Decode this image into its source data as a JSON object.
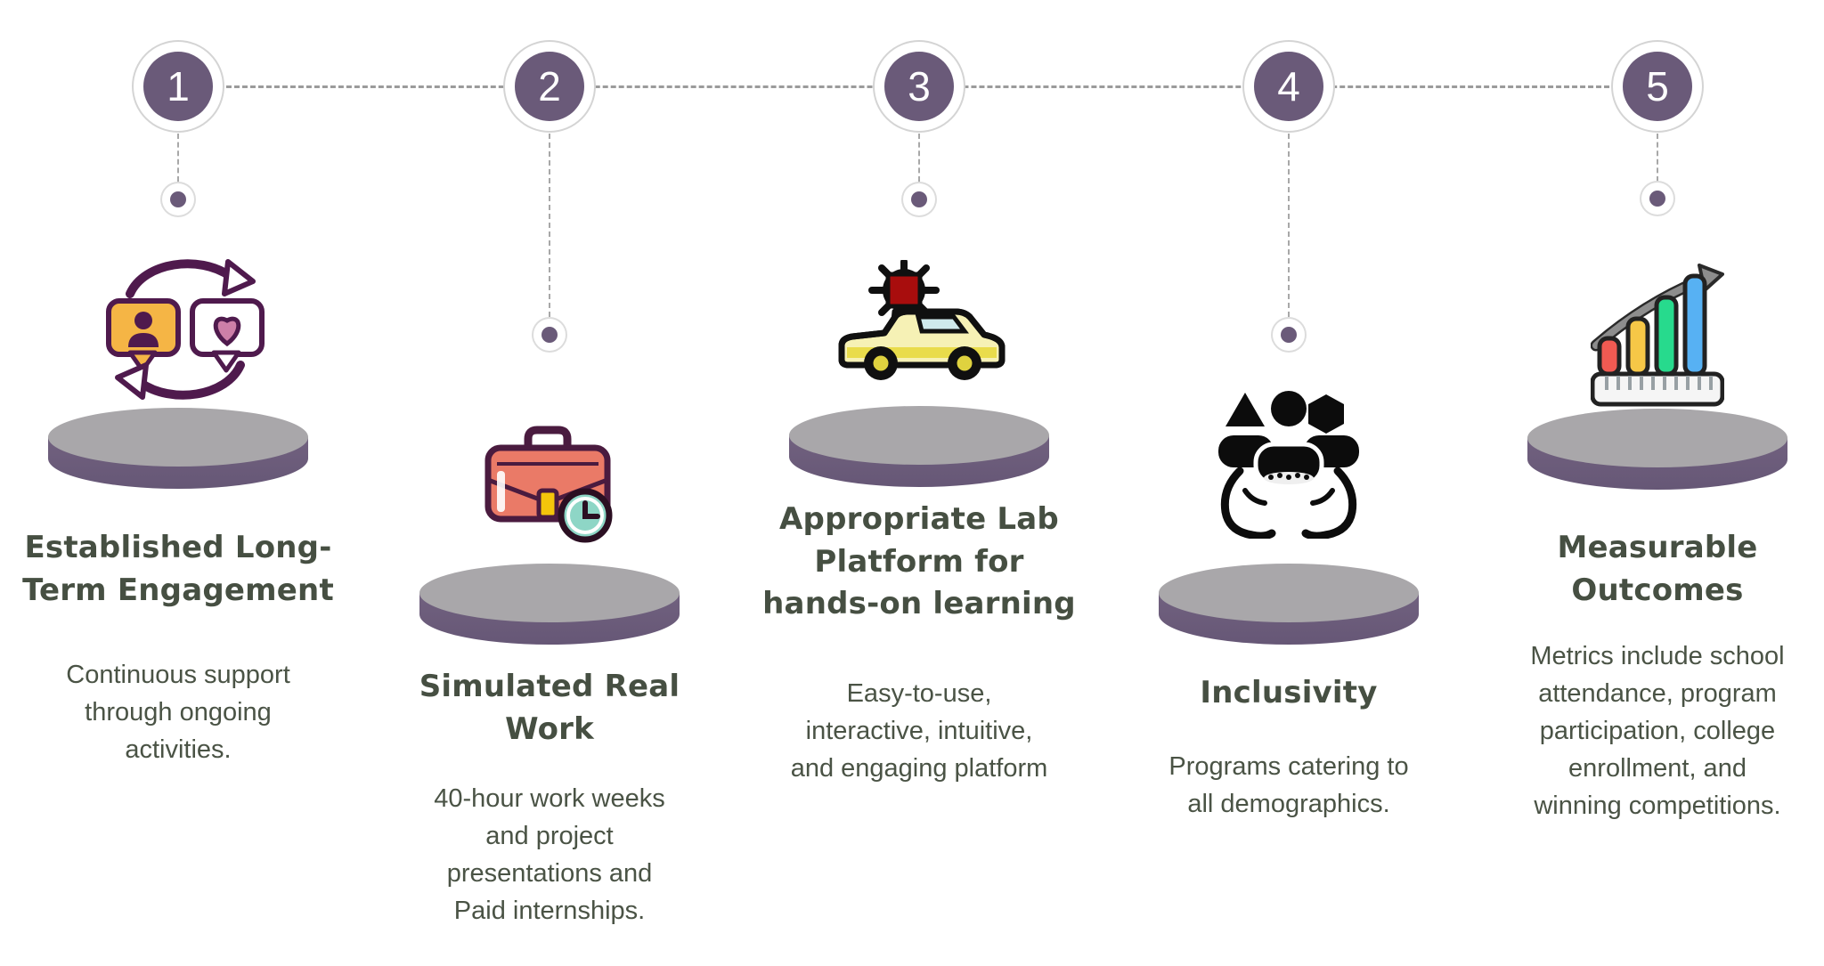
{
  "page": {
    "background": "#ffffff",
    "kind": "five-step-podium-timeline"
  },
  "colors": {
    "node_purple": "#6a5a79",
    "pedestal_top_gray": "#a9a7aa",
    "pedestal_side_purple": "#6d5d7e",
    "connector_gray": "#9b9b9b",
    "text_dark_green_gray": "#464f42"
  },
  "timeline": {
    "steps": [
      {
        "number": "1",
        "icon": "engagement-cycle-icon",
        "title": "Established Long-\nTerm Engagement",
        "description": "Continuous support\nthrough ongoing\nactivities."
      },
      {
        "number": "2",
        "icon": "briefcase-clock-icon",
        "title": "Simulated Real\nWork",
        "description": "40-hour work weeks\nand project\npresentations and\nPaid internships."
      },
      {
        "number": "3",
        "icon": "smart-car-icon",
        "title": "Appropriate Lab\nPlatform for\nhands-on learning",
        "description": "Easy-to-use,\ninteractive, intuitive,\nand engaging platform"
      },
      {
        "number": "4",
        "icon": "inclusivity-people-hands-icon",
        "title": "Inclusivity",
        "description": "Programs catering to\nall demographics."
      },
      {
        "number": "5",
        "icon": "growth-chart-ruler-icon",
        "title": "Measurable\nOutcomes",
        "description": "Metrics include school\nattendance, program\nparticipation, college\nenrollment, and\nwinning competitions."
      }
    ]
  }
}
